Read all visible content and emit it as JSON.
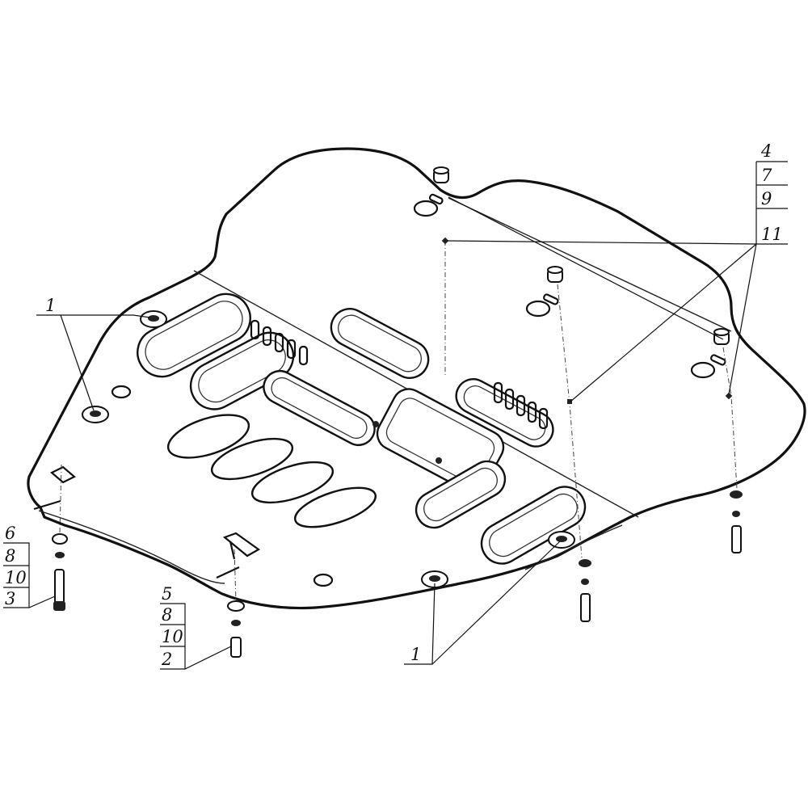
{
  "callouts": {
    "c1_left": "1",
    "c1_bottom": "1",
    "stack_right": [
      "4",
      "7",
      "9",
      "11"
    ],
    "stack_left": [
      "6",
      "8",
      "10",
      "3"
    ],
    "stack_center": [
      "5",
      "8",
      "10",
      "2"
    ]
  }
}
